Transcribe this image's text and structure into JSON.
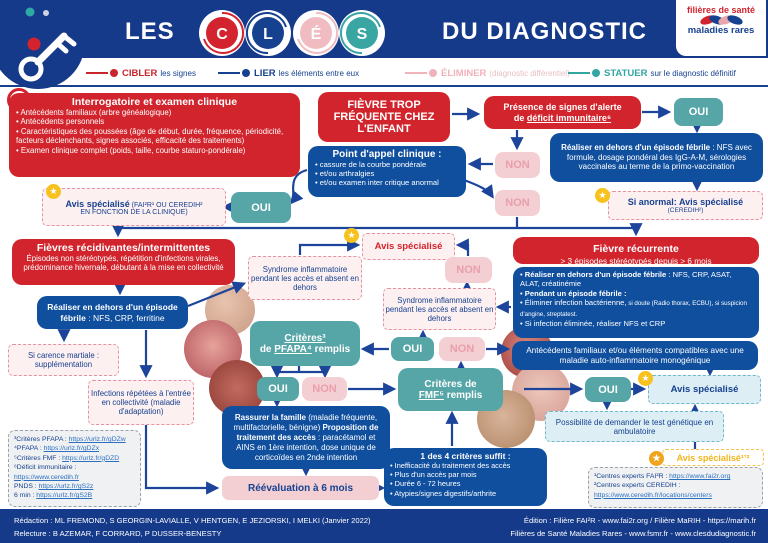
{
  "header": {
    "les": "LES",
    "du_diagnostic": "DU DIAGNOSTIC",
    "letters": [
      "C",
      "L",
      "É",
      "S"
    ],
    "logo": {
      "line1": "filières de santé",
      "line2": "maladies rares"
    }
  },
  "legend": {
    "items": [
      {
        "word": "Cibler",
        "rest": "les signes",
        "color": "#c9252c"
      },
      {
        "word": "Lier",
        "rest": "les éléments entre eux",
        "color": "#16418f"
      },
      {
        "word": "Éliminer",
        "rest": "(diagnostic différentiel)",
        "color": "#f0b3ba"
      },
      {
        "word": "Statuer",
        "rest": "sur le diagnostic définitif",
        "color": "#33a6a3"
      }
    ]
  },
  "labels": {
    "oui": "OUI",
    "non": "NON",
    "warn": "!"
  },
  "colors": {
    "red": "#d2242c",
    "navy": "#0f4f9e",
    "teal": "#56a5a7",
    "pink": "#f3ced3",
    "yellow": "#f7c21d"
  },
  "nodes": {
    "interrogatoire": {
      "title": "Interrogatoire et examen clinique",
      "bullets": [
        "Antécédents familiaux (arbre généalogique)",
        "Antécédents personnels",
        "Caractéristiques des poussées (âge de début, durée, fréquence, périodicité, facteurs déclenchants, signes associés, efficacité des traitements)",
        "Examen clinique complet (poids, taille, courbe staturo-pondérale)"
      ]
    },
    "avis_clinique": {
      "bold": "Avis spécialisé",
      "rest1": " (FAI²R¹ OU CEREDIH²",
      "rest2": "EN FONCTION DE LA CLINIQUE)"
    },
    "fievre_trop": "FIÈVRE TROP FRÉQUENTE CHEZ L'ENFANT",
    "alerte": {
      "line1": "Présence de signes d'alerte",
      "prefix": "de ",
      "underline": "déficit immunitaire⁶"
    },
    "point_appel": {
      "title": "Point d'appel clinique :",
      "bullets": [
        "cassure de la courbe pondérale",
        "et/ou arthralgies",
        "et/ou examen inter critique anormal"
      ]
    },
    "realiser_nfs": {
      "bold": "Réaliser en dehors d'un épisode fébrile",
      "rest": " : NFS avec formule, dosage pondéral des IgG-A-M, sérologies vaccinales au terme de la primo-vaccination"
    },
    "si_anormal": {
      "bold": "Si anormal: Avis spécialisé",
      "sub": "(CEREDIH²)"
    },
    "fievres_recidivantes": {
      "title": "Fièvres récidivantes/intermittentes",
      "body": "Épisodes non stéréotypés, répétition d'infections virales, prédominance hivernale, débutant à la mise en collectivité"
    },
    "realiser_ferritine": {
      "bold": "Réaliser en dehors d'un épisode fébrile",
      "rest": " : NFS, CRP, ferritine"
    },
    "carence": "Si carence martiale : supplémentation",
    "infections": "Infections répétées à l'entrée en collectivité (maladie d'adaptation)",
    "syndrome": "Syndrome inflammatoire pendant les accès et absent en dehors",
    "avis_specialise": "Avis spécialisé",
    "pfapa": {
      "l1": "Critères³",
      "l2a": "de ",
      "l2b": "PFAPA⁴",
      "l2c": " remplis"
    },
    "fievre_recurrente": {
      "title": "Fièvre récurrente",
      "body": "> 3 épisodes stéréotypés depuis > 6 mois"
    },
    "bilan": {
      "b1": "Réaliser en dehors d'un épisode fébrile",
      "r1": " : NFS, CRP, ASAT, ALAT, créatinémie",
      "b2": "Pendant un épisode fébrile :",
      "r3a": "Éliminer infection bactérienne,",
      "r3b": " si doute (Radio thorax, ECBU), si suspicion d'angine, streptatest.",
      "r4": "Si infection éliminée, réaliser NFS et CRP"
    },
    "atcd": "Antécédents familiaux et/ou éléments compatibles avec une maladie auto-inflammatoire monogénique",
    "possibilite": "Possibilité de demander le test génétique en ambulatoire",
    "fmf": {
      "l1": "Critères de",
      "l2b": "FMF⁵",
      "l2c": " remplis"
    },
    "rassurer": {
      "b1": "Rassurer la famille",
      "r1": " (maladie fréquente, multifactorielle, bénigne) ",
      "b2": "Proposition de traitement des accès",
      "r2": " : paracétamol et AINS en 1ère intention, dose unique de corticoïdes en 2nde intention"
    },
    "reeval": "Réévaluation à 6 mois",
    "criteres4": {
      "title": "1 des 4 critères suffit :",
      "bullets": [
        "Inefficacité du traitement des accès",
        "Plus d'un accès par mois",
        "Durée 6 - 72 heures",
        "Atypies/signes digestifs/arthrite"
      ]
    },
    "avis_jaune": "Avis spécialisé¹ʼ²"
  },
  "footnotes_left": {
    "lines": [
      {
        "pre": "³Critères PFAPA : ",
        "link": "https://urlz.fr/gDZw"
      },
      {
        "pre": "⁴PFAPA : ",
        "link": "https://urlz.fr/gDZx"
      },
      {
        "pre": "⁵Critères FMF : ",
        "link": "https://urlz.fr/gDZD"
      },
      {
        "pre": "⁶Déficit immunitaire :",
        "link": ""
      },
      {
        "pre": "",
        "link": "https://www.ceredih.fr"
      },
      {
        "pre": "PNDS : ",
        "link": "https://urlz.fr/gS2z"
      },
      {
        "pre": "6 min : ",
        "link": "https://urlz.fr/gS2B"
      }
    ]
  },
  "footnotes_right": {
    "lines": [
      {
        "pre": "¹Centres experts FAI²R : ",
        "link": "https://www.fai2r.org"
      },
      {
        "pre": "²Centres experts CEREDIH :",
        "link": ""
      },
      {
        "pre": "",
        "link": "https://www.ceredih.fr/locations/centers"
      }
    ]
  },
  "footer": {
    "redaction": "Rédaction : ML FREMOND, S GEORGIN-LAVIALLE, V HENTGEN, E JEZIORSKI, I MELKI (Janvier 2022)",
    "relecture": "Relecture : B AZEMAR, F CORRARD, P DUSSER-BENESTY",
    "edition": "Édition : Filière FAI²R - www.fai2r.org  / Filière MaRIH - https://marih.fr",
    "filieres": "Filières de Santé Maladies Rares - www.fsmr.fr  - www.clesdudiagnostic.fr"
  }
}
